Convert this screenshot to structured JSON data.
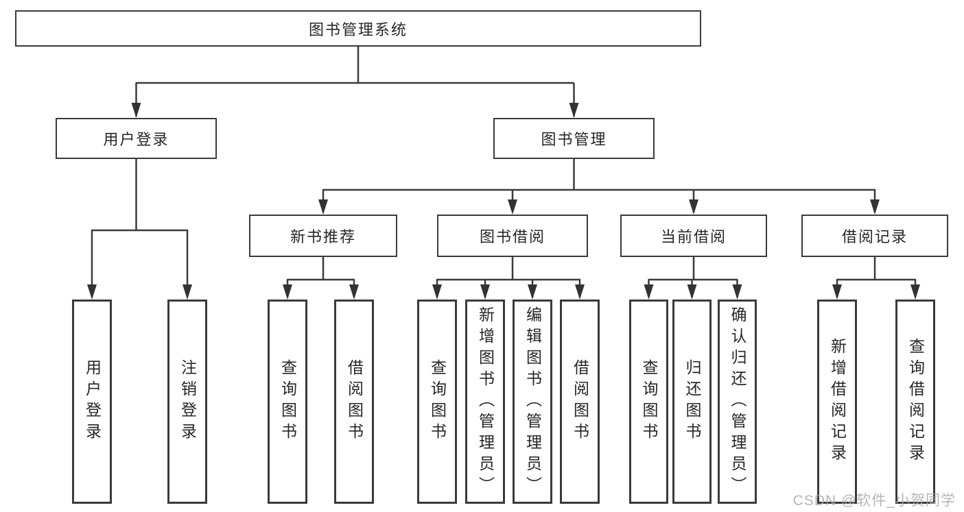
{
  "diagram": {
    "tree": {
      "label": "图书管理系统",
      "children": [
        {
          "label": "用户登录",
          "children": [
            {
              "label": "用户登录"
            },
            {
              "label": "注销登录"
            }
          ]
        },
        {
          "label": "图书管理",
          "children": [
            {
              "label": "新书推荐",
              "children": [
                {
                  "label": "查询图书"
                },
                {
                  "label": "借阅图书"
                }
              ]
            },
            {
              "label": "图书借阅",
              "children": [
                {
                  "label": "查询图书"
                },
                {
                  "label": "新增图书（管理员）"
                },
                {
                  "label": "编辑图书（管理员）"
                },
                {
                  "label": "借阅图书"
                }
              ]
            },
            {
              "label": "当前借阅",
              "children": [
                {
                  "label": "查询图书"
                },
                {
                  "label": "归还图书"
                },
                {
                  "label": "确认归还（管理员）"
                }
              ]
            },
            {
              "label": "借阅记录",
              "children": [
                {
                  "label": "新增借阅记录"
                },
                {
                  "label": "查询借阅记录"
                }
              ]
            }
          ]
        }
      ]
    },
    "watermark": "CSDN @软件_小贺同学",
    "colors": {
      "line": "#3a3a3a",
      "arrow": "#333333",
      "text": "#262626",
      "background": "#ffffff",
      "watermark": "#a9a9a9"
    }
  }
}
